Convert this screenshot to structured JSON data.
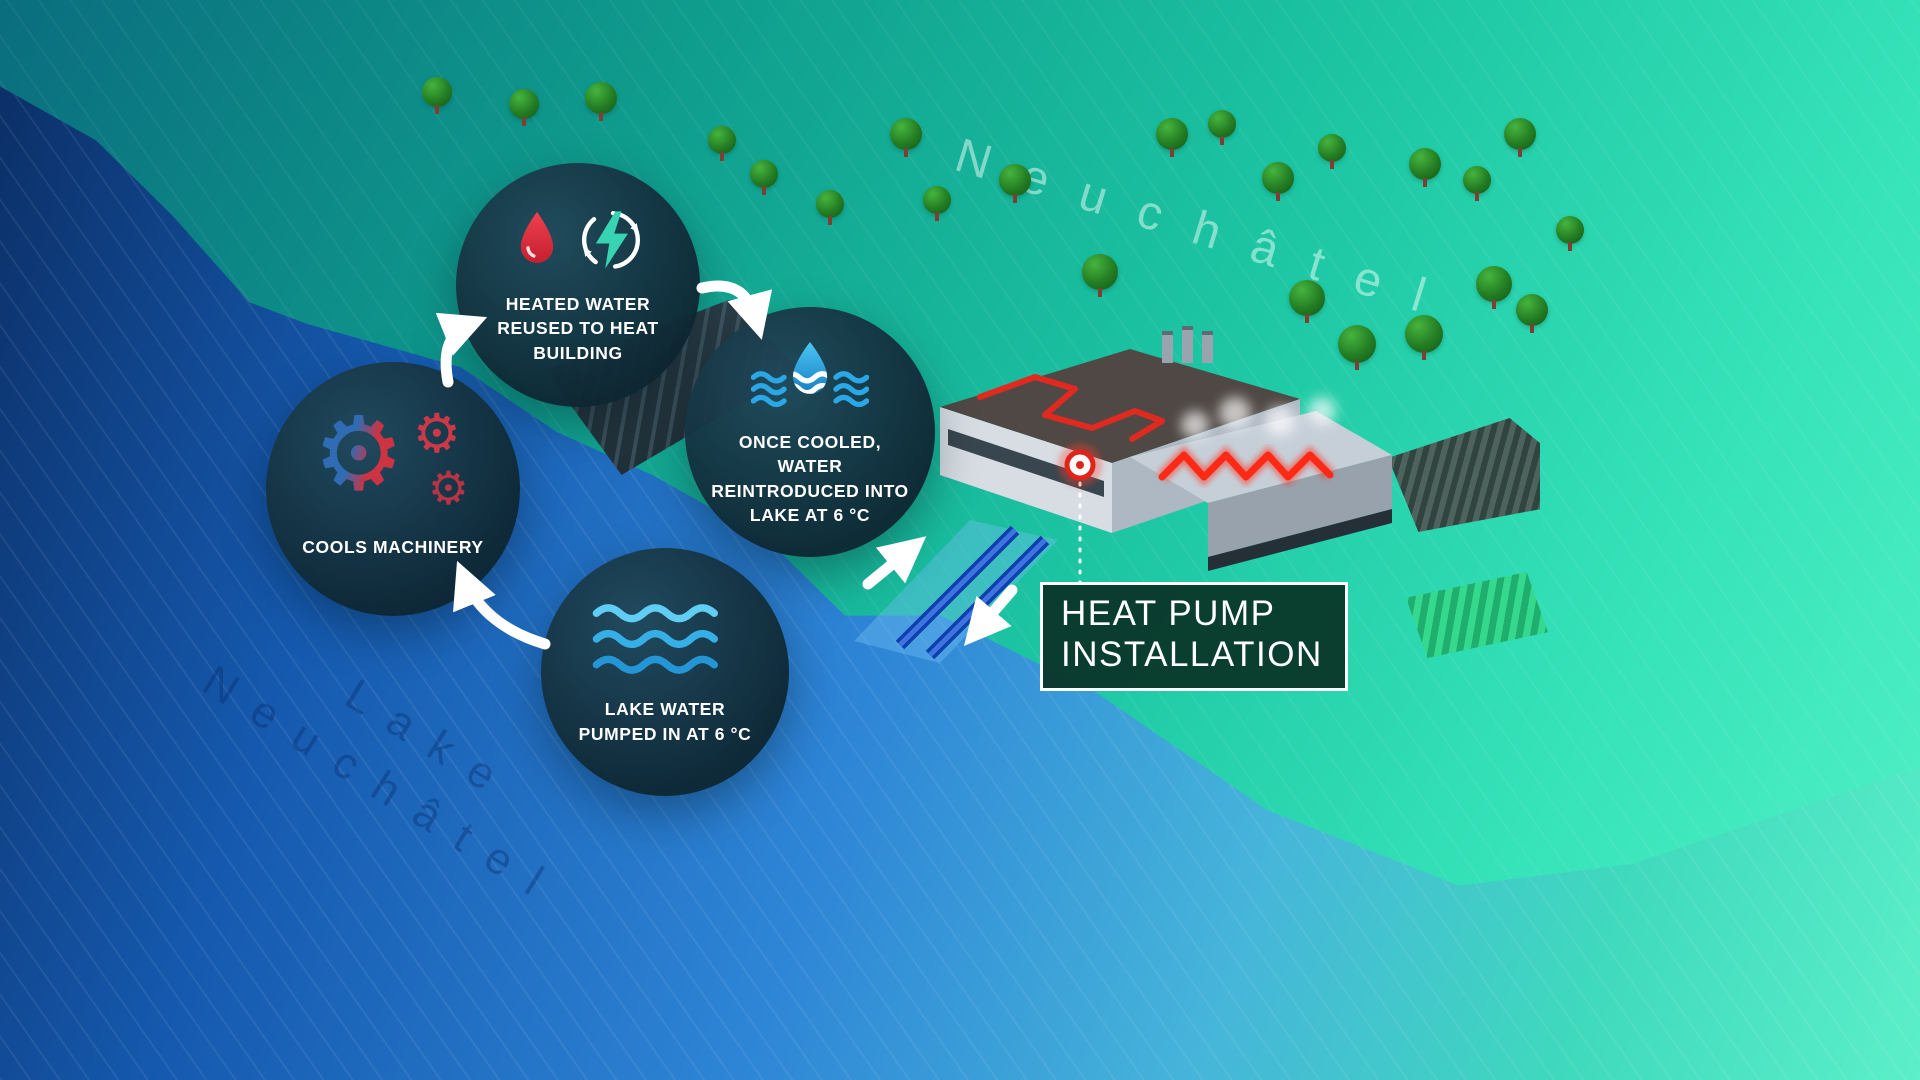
{
  "geo": {
    "land_label": "Neuchâtel",
    "lake_label_line1": "Lake",
    "lake_label_line2": "Neuchâtel"
  },
  "steps": {
    "heated_water": {
      "line1": "HEATED WATER",
      "line2": "REUSED TO HEAT",
      "line3": "BUILDING"
    },
    "once_cooled": {
      "line1": "ONCE COOLED, WATER",
      "line2": "REINTRODUCED INTO",
      "line3": "LAKE AT 6 °C"
    },
    "cools_machinery": {
      "line1": "COOLS MACHINERY"
    },
    "lake_water": {
      "line1": "LAKE WATER",
      "line2": "PUMPED IN AT 6 °C"
    }
  },
  "callout": {
    "line1": "HEAT PUMP",
    "line2": "INSTALLATION"
  },
  "icons": {
    "heated_water": [
      "hot-droplet-icon",
      "energy-cycle-icon"
    ],
    "once_cooled": [
      "cold-droplet-waves-icon"
    ],
    "cools_machinery": [
      "gears-icon"
    ],
    "lake_water": [
      "waves-icon"
    ]
  },
  "colors": {
    "hot": "#e23440",
    "cold": "#2aa7e6",
    "energy": "#38d3b2",
    "pipe_red": "#e8281c",
    "pipe_blue": "#2a57d6",
    "circle_bg": "#14303d",
    "callout_bg": "#0c3a2b",
    "marker_red": "#e0241a",
    "lake_deep": "#0b2d63",
    "land_green": "#1cc4a2"
  }
}
